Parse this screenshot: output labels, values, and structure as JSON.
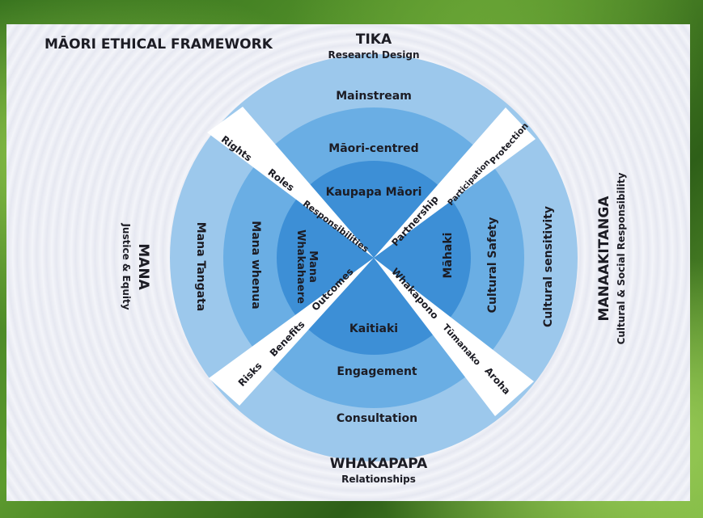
{
  "title": "MĀORI ETHICAL FRAMEWORK",
  "directions": {
    "top": {
      "name": "TIKA",
      "sub": "Research Design"
    },
    "bottom": {
      "name": "WHAKAPAPA",
      "sub": "Relationships"
    },
    "left": {
      "name": "MANA",
      "sub": "Justice & Equity"
    },
    "right": {
      "name": "MANAAKITANGA",
      "sub": "Cultural & Social Responsibility"
    }
  },
  "rings": {
    "top": [
      "Mainstream",
      "Māori-centred",
      "Kaupapa Māori"
    ],
    "bottom": [
      "Consultation",
      "Engagement",
      "Kaitiaki"
    ],
    "left": [
      "Mana Tangata",
      "Mana whenua",
      "Mana",
      "Whakahaere"
    ],
    "right": [
      "Cultural sensitivity",
      "Cultural Safety",
      "Māhaki"
    ]
  },
  "diagonals": {
    "upper_left": [
      "Rights",
      "Roles",
      "Responsibilities"
    ],
    "upper_right": [
      "Protection",
      "Participation",
      "Partnership"
    ],
    "lower_left": [
      "Risks",
      "Benefits",
      "Outcomes"
    ],
    "lower_right": [
      "Aroha",
      "Tūmanako",
      "Whakapono"
    ]
  },
  "colors": {
    "outer_ring": "#9cc8ec",
    "middle_ring": "#6aaee4",
    "inner_ring": "#3d8fd6",
    "band": "#ffffff",
    "text": "#1c1c24",
    "frame_green": "#4f8f2a"
  }
}
